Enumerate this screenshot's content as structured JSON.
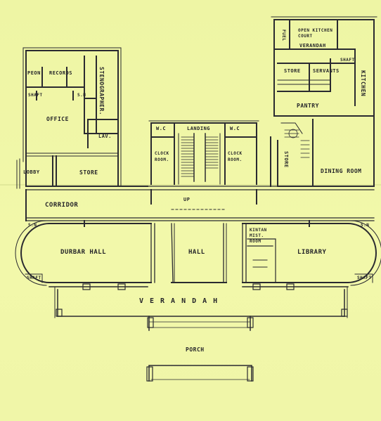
{
  "plan": {
    "colors": {
      "paper": "#f1f6a6",
      "ink": "#26262a"
    },
    "rooms": {
      "peon": "PEON",
      "records": "RECORDS",
      "stenographer": "STENOGRAPHER.",
      "shaft_office": "SHAFT",
      "s_n": "S.N",
      "office": "OFFICE",
      "lav": "LAV.",
      "lobby": "LOBBY",
      "store_office": "STORE",
      "corridor": "CORRIDOR",
      "durbar_hall": "DURBAR HALL",
      "shaft_durbar": "SHAFT",
      "sn_durbar": "S.N",
      "wc_left": "W.C",
      "landing": "LANDING",
      "wc_right": "W.C",
      "cloak_room_left": "CLOCK ROOM.",
      "cloak_room_right": "CLOCK ROOM.",
      "up": "UP",
      "hall": "HALL",
      "ladies_room": "KINTAN MIST. ROOM",
      "library": "LIBRARY",
      "sn_library": "S.N",
      "shaft_library": "SHAFT",
      "fuel": "FUEL",
      "open_kitchen_court": "OPEN KITCHEN COURT",
      "verandah_kitchen": "VERANDAH",
      "store_kitchen": "STORE",
      "servants": "SERVANTS",
      "shaft_kitchen": "SHAFT",
      "kitchen": "KITCHEN",
      "pantry": "PANTRY",
      "store_dining": "STORE",
      "dining_room": "DINING ROOM",
      "verandah_front": "VERANDAH",
      "porch": "PORCH"
    }
  }
}
